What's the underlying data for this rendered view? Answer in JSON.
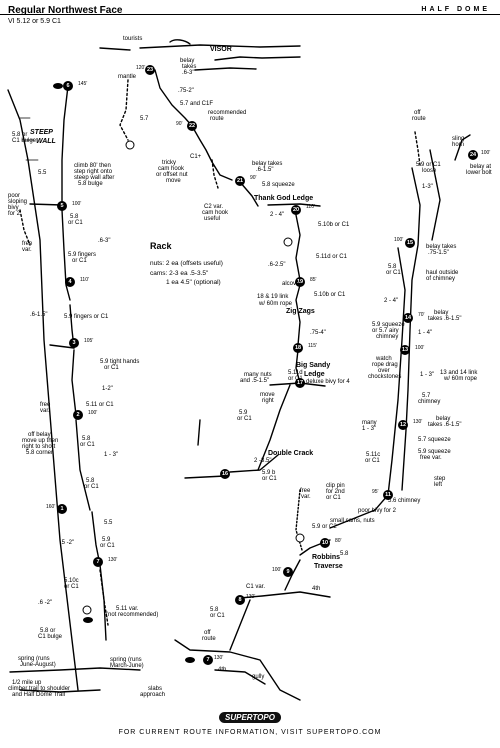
{
  "header": {
    "route_title": "Regular Northwest Face",
    "grade": "VI 5.12 or 5.9 C1",
    "formation": "HALF DOME"
  },
  "rack": {
    "title": "Rack",
    "lines": [
      "nuts: 2 ea (offsets useful)",
      "cams: 2-3 ea .5-3.5\"",
      "1 ea 4.5\" (optional)"
    ]
  },
  "features": {
    "visor": "VISOR",
    "tourists": "tourists",
    "steep_wall": "STEEP",
    "steep_wall2": "WALL",
    "thank_god": "Thank God Ledge",
    "zig_zags": "Zig Zags",
    "big_sandy": "Big Sandy",
    "big_sandy2": "Ledge",
    "double_crack": "Double Crack",
    "robbins": "Robbins",
    "robbins2": "Traverse"
  },
  "belays": [
    {
      "num": "23",
      "len": "120'"
    },
    {
      "num": "22",
      "len": "90'"
    },
    {
      "num": "21",
      "len": "90'"
    },
    {
      "num": "20",
      "len": "110'"
    },
    {
      "num": "19",
      "len": "85'"
    },
    {
      "num": "18",
      "len": "115'"
    },
    {
      "num": "17",
      "len": ""
    },
    {
      "num": "16",
      "len": ""
    },
    {
      "num": "15",
      "len": "100'"
    },
    {
      "num": "14",
      "len": "70'"
    },
    {
      "num": "13",
      "len": "100'"
    },
    {
      "num": "12",
      "len": "130'"
    },
    {
      "num": "11",
      "len": "95'"
    },
    {
      "num": "10",
      "len": "80'"
    },
    {
      "num": "9",
      "len": "100'"
    },
    {
      "num": "8",
      "len": "130'"
    },
    {
      "num": "7",
      "len": "130'"
    },
    {
      "num": "6",
      "len": "145'"
    },
    {
      "num": "5",
      "len": "100'"
    },
    {
      "num": "4",
      "len": "110'"
    },
    {
      "num": "3",
      "len": "105'"
    },
    {
      "num": "2",
      "len": "100'"
    },
    {
      "num": "1",
      "len": "160'"
    },
    {
      "num": "7",
      "len": "130'"
    },
    {
      "num": "24",
      "len": "100'"
    }
  ],
  "labels": {
    "belay_takes_1": "belay",
    "belay_takes_1b": "takes",
    "belay_takes_1c": ".6-3\"",
    "mantle": "mantle",
    "p75_2": ".75-2\"",
    "p57c1f": "5.7 and C1F",
    "p57": "5.7",
    "rec_route": "recommended",
    "rec_route2": "route",
    "c1_plus": "C1+",
    "tricky1": "tricky",
    "tricky2": "cam hook",
    "tricky3": "or offset nut",
    "tricky4": "move",
    "belay_takes_2": "belay takes",
    "belay_takes_2b": ".6-1.5\"",
    "sq58": "5.8 squeeze",
    "c2var1": "C2 var.",
    "c2var2": "cam hook",
    "c2var3": "useful",
    "p2_4a": "2 - 4\"",
    "p510b_c1": "5.10b or C1",
    "p6_25": ".6-2.5\"",
    "p511d_c1": "5.11d or C1",
    "alcove": "alcove",
    "p510b_c1b": "5.10b or C1",
    "link1": "18 & 19 link",
    "link2": "w/ 60m rope",
    "p75_4": ".75-4\"",
    "p511d": "5.11d",
    "or_c1": "or C1",
    "many_nuts1": "many nuts",
    "many_nuts2": "and .5-1.5\"",
    "deluxe": "deluxe bivy for 4",
    "move_right1": "move",
    "move_right2": "right",
    "p59_c1": "5.9",
    "p59_c1b": "or C1",
    "p2_35": "2 -3.5\"",
    "p59b": "5.9 b",
    "p59b_c1": "or C1",
    "free_var": "free",
    "free_var2": "var.",
    "clip_pin1": "clip pin",
    "clip_pin2": "for 2nd",
    "clip_pin3": "or C1",
    "p59_c2": "5.9 or C2",
    "small_cams": "small cams, nuts",
    "p58r": "5.8",
    "c1var": "C1 var.",
    "fourth": "4th",
    "off_route": "off",
    "off_route2": "route",
    "fourth2": "4th",
    "gully": "gully",
    "p58_c1": "5.8",
    "p58_c1b": "or C1",
    "off_route_top1": "off",
    "off_route_top2": "route",
    "sling_horn1": "sling",
    "sling_horn2": "horn",
    "belay_lower1": "belay at",
    "belay_lower2": "lower bolt",
    "p59_c1_loose1": "5.9 or C1",
    "p59_c1_loose2": "loose",
    "p1_3": "1-3\"",
    "belay_takes_3": "belay takes",
    "belay_takes_3b": ".75-1.5\"",
    "p58_c1_r": "5.8",
    "p58_c1_r2": "or C1",
    "haul1": "haul outside",
    "haul2": "of chimney",
    "p2_4b": "2 - 4\"",
    "sq59_1": "5.9 squeeze",
    "sq59_2": "or 5.7 airy",
    "sq59_3": "chimney",
    "p1_4": "1 - 4\"",
    "belay_takes_4": "belay",
    "belay_takes_4b": "takes .6-1.5\"",
    "watch1": "watch",
    "watch2": "rope drag",
    "watch3": "over",
    "watch4": "chockstones",
    "p1_3b": "1 - 3\"",
    "link13_1": "13 and 14 link",
    "link13_2": "w/ 60m rope",
    "chim57_1": "5.7",
    "chim57_2": "chimney",
    "many13_1": "many",
    "many13_2": "1 - 3\"",
    "p511c_c1": "5.11c",
    "p511c_c1b": "or C1",
    "belay_takes_5": "belay",
    "belay_takes_5b": "takes .6-1.5\"",
    "sq57": "5.7 squeeze",
    "sq59f1": "5.9 squeeze",
    "sq59f2": "free var.",
    "step_left1": "step",
    "step_left2": "left",
    "chim56": "5.6 chimney",
    "poor_bivy2": "poor bivy for 2",
    "p58_c1_bulge1": "5.8 or",
    "p58_c1_bulge2": "C1 bulge",
    "p55": "5.5",
    "climb80_1": "climb 80' then",
    "climb80_2": "step right onto",
    "climb80_3": "steep wall after",
    "climb80_4": "5.8 bulge",
    "poor_sloping1": "poor",
    "poor_sloping2": "sloping",
    "poor_sloping3": "bivy",
    "poor_sloping4": "for 2",
    "free_var_left1": "free",
    "free_var_left2": "var.",
    "p58_or_c1": "5.8",
    "p58_or_c1b": "or C1",
    "p6_3": ".6-3\"",
    "fingers1": "5.9 fingers",
    "fingers1b": "or C1",
    "p6_15": ".6-1.5\"",
    "fingers2": "5.9 fingers or C1",
    "tight1": "5.9 tight hands",
    "tight2": "or C1",
    "p1_2": "1-2\"",
    "p511_c1": "5.11 or C1",
    "free_var_l2_1": "free",
    "free_var_l2_2": "var.",
    "p58c1_3": "5.8",
    "p58c1_3b": "or C1",
    "p1_3c": "1 - 3\"",
    "off_belay1": "off belay",
    "off_belay2": "move up then",
    "off_belay3": "right to short",
    "off_belay4": "5.8 corner",
    "p58c1_4": "5.8",
    "p58c1_4b": "or C1",
    "p55b": "5.5",
    "p5_2": ".5 -2\"",
    "p59c1_b": "5.9",
    "p59c1_bb": "or C1",
    "p510c": "5.10c",
    "p510c_b": "or C1",
    "p6_2": ".6 -2\"",
    "p511var1": "5.11 var.",
    "p511var2": "(not recommended)",
    "p58bulge1": "5.8 or",
    "p58bulge2": "C1 bulge",
    "spring_june1": "spring (runs",
    "spring_june2": "June-August)",
    "spring_march1": "spring (runs",
    "spring_march2": "March-June)",
    "approach1": "1/2 mile up",
    "approach2": "climber trail to shoulder",
    "approach3": "and Half Dome Trail",
    "slabs1": "slabs",
    "slabs2": "approach"
  },
  "footer": {
    "logo": "SUPERTOPO",
    "text": "FOR CURRENT ROUTE INFORMATION, VISIT SUPERTOPO.COM"
  }
}
